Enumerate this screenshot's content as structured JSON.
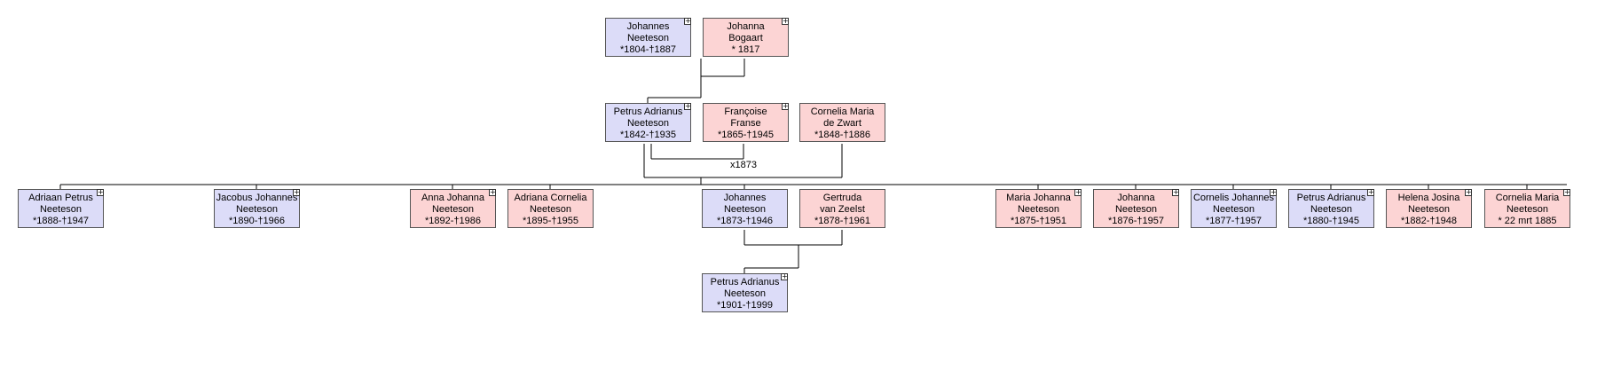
{
  "persons": [
    {
      "id": "p1",
      "sex": "male",
      "lines": [
        "Johannes",
        "Neeteson",
        "*1804-†1887"
      ]
    },
    {
      "id": "p2",
      "sex": "female",
      "lines": [
        "Johanna",
        "Bogaart",
        "* 1817"
      ]
    },
    {
      "id": "p3",
      "sex": "male",
      "lines": [
        "Petrus Adrianus",
        "Neeteson",
        "*1842-†1935"
      ]
    },
    {
      "id": "p4",
      "sex": "female",
      "lines": [
        "Françoise",
        "Franse",
        "*1865-†1945"
      ]
    },
    {
      "id": "p5",
      "sex": "female",
      "lines": [
        "Cornelia Maria",
        "de Zwart",
        "*1848-†1886"
      ]
    },
    {
      "id": "c1",
      "sex": "male",
      "lines": [
        "Adriaan Petrus",
        "Neeteson",
        "*1888-†1947"
      ]
    },
    {
      "id": "c2",
      "sex": "male",
      "lines": [
        "Jacobus Johannes",
        "Neeteson",
        "*1890-†1966"
      ]
    },
    {
      "id": "c3",
      "sex": "female",
      "lines": [
        "Anna Johanna",
        "Neeteson",
        "*1892-†1986"
      ]
    },
    {
      "id": "c4",
      "sex": "female",
      "lines": [
        "Adriana Cornelia",
        "Neeteson",
        "*1895-†1955"
      ]
    },
    {
      "id": "c5",
      "sex": "male",
      "lines": [
        "Johannes",
        "Neeteson",
        "*1873-†1946"
      ]
    },
    {
      "id": "c5s",
      "sex": "female",
      "lines": [
        "Gertruda",
        "van Zeelst",
        "*1878-†1961"
      ]
    },
    {
      "id": "c6",
      "sex": "female",
      "lines": [
        "Maria Johanna",
        "Neeteson",
        "*1875-†1951"
      ]
    },
    {
      "id": "c7",
      "sex": "female",
      "lines": [
        "Johanna",
        "Neeteson",
        "*1876-†1957"
      ]
    },
    {
      "id": "c8",
      "sex": "male",
      "lines": [
        "Cornelis Johannes",
        "Neeteson",
        "*1877-†1957"
      ]
    },
    {
      "id": "c9",
      "sex": "male",
      "lines": [
        "Petrus Adrianus",
        "Neeteson",
        "*1880-†1945"
      ]
    },
    {
      "id": "c10",
      "sex": "female",
      "lines": [
        "Helena Josina",
        "Neeteson",
        "*1882-†1948"
      ]
    },
    {
      "id": "c11",
      "sex": "female",
      "lines": [
        "Cornelia Maria",
        "Neeteson",
        "* 22 mrt 1885"
      ]
    },
    {
      "id": "g1",
      "sex": "male",
      "lines": [
        "Petrus Adrianus",
        "Neeteson",
        "*1901-†1999"
      ]
    }
  ],
  "marriage_label": "x1873",
  "expand_glyph": "+"
}
